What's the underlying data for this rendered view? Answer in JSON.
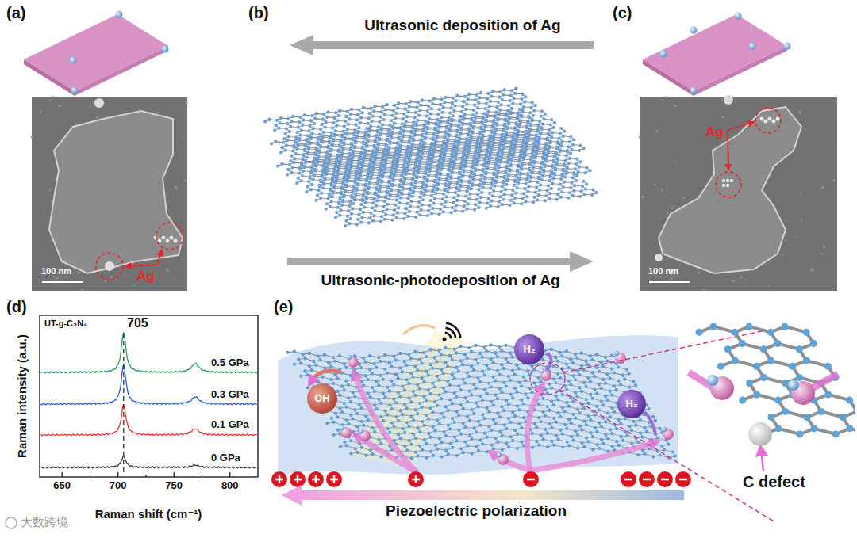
{
  "diagram": {
    "nodes": [
      {
        "text": [
          "OH"
        ]
      },
      {
        "text": [
          "H₂"
        ]
      },
      {
        "text": [
          "H₂"
        ]
      }
    ],
    "labels": [
      "(a)",
      "(b)",
      "(c)",
      "Ultrasonic deposition of Ag",
      "Ultrasonic-photodeposition of Ag",
      "Ag",
      "100 nm",
      "Ag",
      "100 nm",
      "(d)",
      "UT-g-C₃N₄",
      "705",
      "0.5 GPa",
      "0.3 GPa",
      "0.1 GPa",
      "0 GPa",
      "Raman intensity (a.u.)",
      "650",
      "700",
      "750",
      "800",
      "Raman shift (cm⁻¹)",
      "(e)",
      "Piezoelectric polarization",
      "C defect",
      "大数跨境"
    ]
  }
}
